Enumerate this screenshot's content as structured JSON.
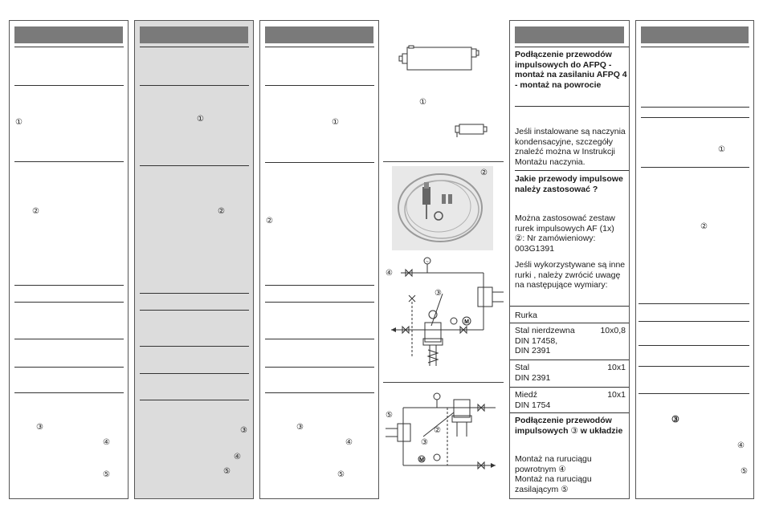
{
  "markers": {
    "m1": "①",
    "m2": "②",
    "m3": "③",
    "m4": "④",
    "m5": "⑤"
  },
  "right_text": {
    "title": "Podłączenie przewodów impulsowych do AFPQ - montaż na zasilaniu AFPQ 4 - montaż na powrocie",
    "condensation_note": "Jeśli instalowane są naczynia kondensacyjne, szczegóły znaleźć można w Instrukcji Montażu naczynia.",
    "which_heading": "Jakie przewody impulsowe należy zastosować ?",
    "kit_text_a": "Można zastosować zestaw rurek impulsowych AF (1x)",
    "kit_text_b": ": Nr zamówieniowy: 003G1391",
    "other_tubes": "Jeśli wykorzystywane są inne rurki , należy zwrócić uwagę na następujące wymiary:",
    "table": {
      "header": "Rurka",
      "rows": [
        {
          "name": "Stal nierdzewna",
          "std": [
            "DIN 17458,",
            "DIN 2391"
          ],
          "dim": "10x0,8"
        },
        {
          "name": "Stal",
          "std": [
            "DIN 2391"
          ],
          "dim": "10x1"
        },
        {
          "name": "Miedź",
          "std": [
            "DIN 1754"
          ],
          "dim": "10x1"
        }
      ]
    },
    "connect_heading_a": "Podłączenie przewodów impulsowych",
    "connect_heading_b": "w układzie",
    "return_mount": "Montaż na ruruciągu powrotnym",
    "supply_mount": "Montaż na ruruciągu zasilającym"
  }
}
